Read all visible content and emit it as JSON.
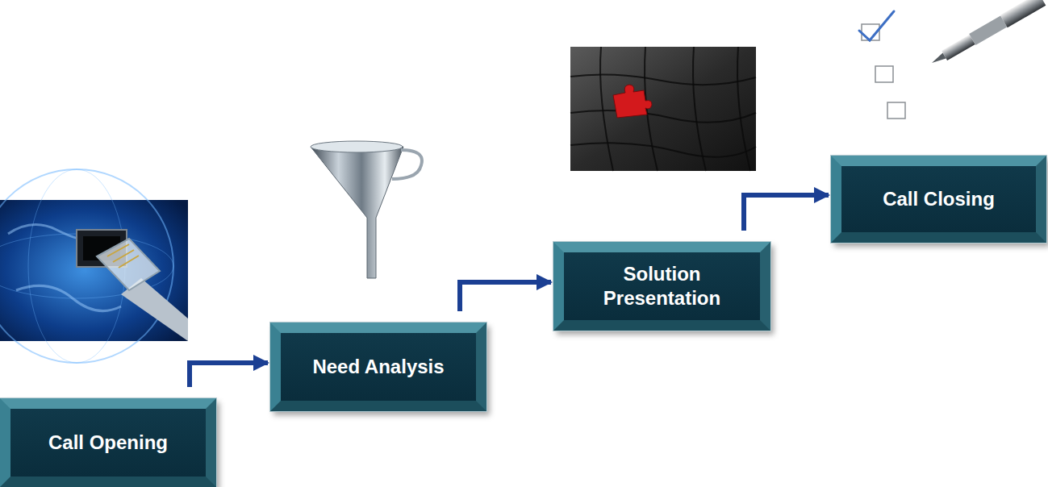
{
  "diagram": {
    "nodes": [
      {
        "text": [
          "Call Opening"
        ]
      },
      {
        "text": [
          "Need Analysis"
        ]
      },
      {
        "text": [
          "Solution Presentation"
        ]
      },
      {
        "text": [
          "Call Closing"
        ]
      }
    ],
    "edges": [
      {
        "from": 0,
        "to": 1,
        "arrow": "to"
      },
      {
        "from": 1,
        "to": 2,
        "arrow": "to"
      },
      {
        "from": 2,
        "to": 3,
        "arrow": "to"
      }
    ]
  }
}
